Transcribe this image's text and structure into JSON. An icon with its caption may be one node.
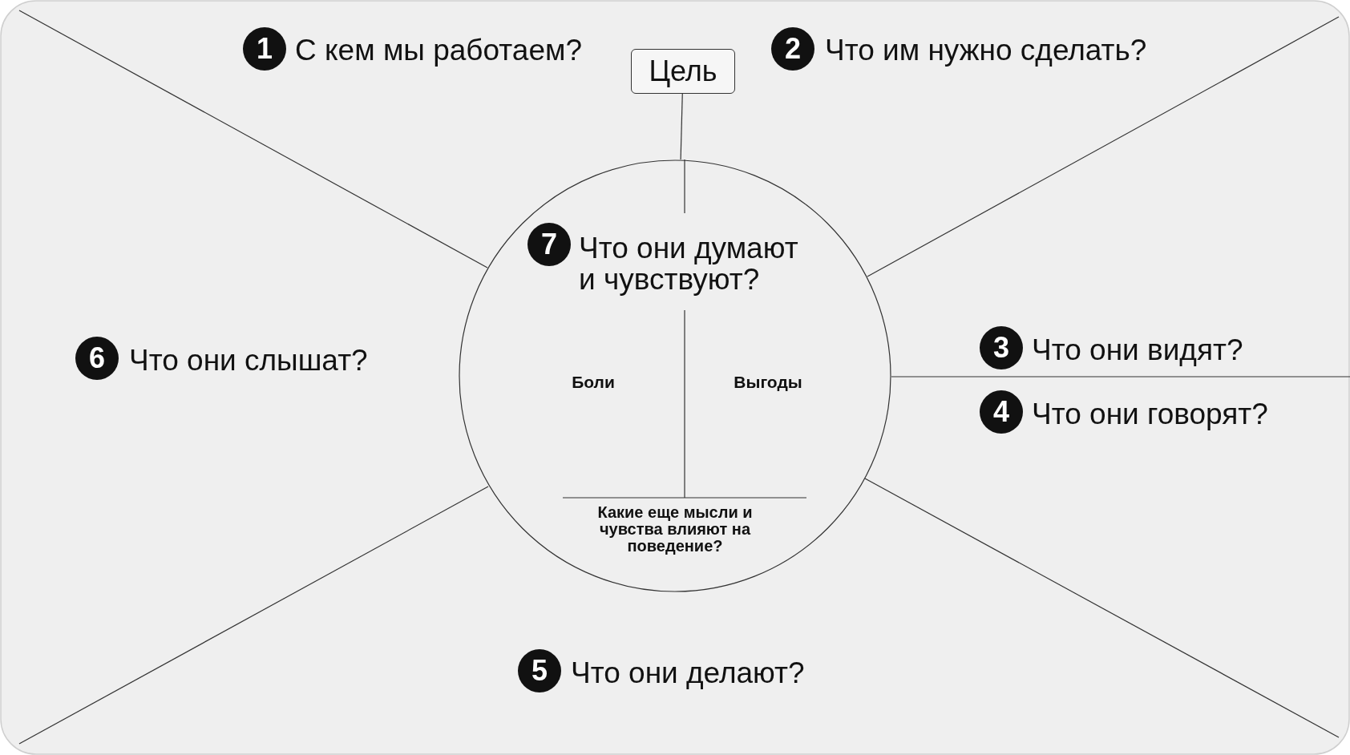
{
  "diagram": {
    "nodes": [
      {
        "text": [
          "1"
        ],
        "beside": [
          "С кем мы работаем?"
        ]
      },
      {
        "text": [
          "Цель"
        ]
      },
      {
        "text": [
          "2"
        ],
        "beside": [
          "Что им нужно сделать?"
        ]
      },
      {
        "text": [
          "Что они думают и чувствуют?",
          "Боли",
          "Выгоды",
          "Какие еще мысли и чувства влияют на поведение?"
        ]
      },
      {
        "text": [
          "7"
        ],
        "in": 3
      },
      {
        "text": [
          "6"
        ],
        "beside": [
          "Что они слышат?"
        ]
      },
      {
        "text": [
          "3"
        ],
        "beside": [
          "Что они видят?"
        ]
      },
      {
        "text": [
          "4"
        ],
        "beside": [
          "Что они говорят?"
        ]
      },
      {
        "text": [
          "5"
        ],
        "beside": [
          "Что они делают?"
        ]
      }
    ],
    "edges": [
      {
        "from": 1,
        "to": 3,
        "arrow": "none"
      }
    ]
  }
}
